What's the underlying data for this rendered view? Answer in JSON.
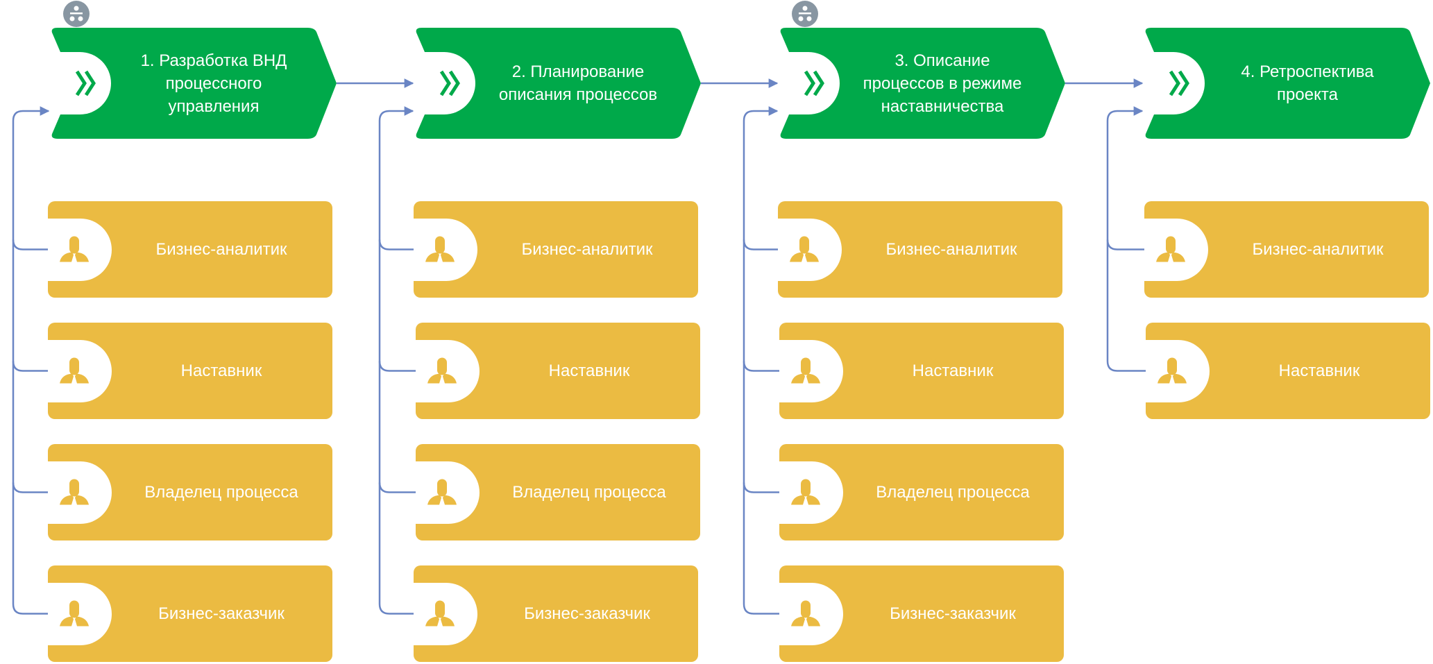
{
  "diagram": {
    "colors": {
      "stage_fill": "#00A94A",
      "role_fill": "#EBBB42",
      "connector": "#6A85C4",
      "marker_fill": "#8896A2",
      "text": "#FFFFFF",
      "cutout": "#FFFFFF"
    },
    "stages": [
      {
        "label": "1. Разработка ВНД\nпроцессного\nуправления",
        "icon": "double-chevron-icon",
        "has_split_marker": true,
        "roles": [
          {
            "label": "Бизнес-аналитик",
            "icon": "person-icon"
          },
          {
            "label": "Наставник",
            "icon": "person-icon"
          },
          {
            "label": "Владелец процесса",
            "icon": "person-icon"
          },
          {
            "label": "Бизнес-заказчик",
            "icon": "person-icon"
          }
        ]
      },
      {
        "label": "2. Планирование\nописания процессов",
        "icon": "double-chevron-icon",
        "has_split_marker": false,
        "roles": [
          {
            "label": "Бизнес-аналитик",
            "icon": "person-icon"
          },
          {
            "label": "Наставник",
            "icon": "person-icon"
          },
          {
            "label": "Владелец процесса",
            "icon": "person-icon"
          },
          {
            "label": "Бизнес-заказчик",
            "icon": "person-icon"
          }
        ]
      },
      {
        "label": "3. Описание\nпроцессов в режиме\nнаставничества",
        "icon": "double-chevron-icon",
        "has_split_marker": true,
        "roles": [
          {
            "label": "Бизнес-аналитик",
            "icon": "person-icon"
          },
          {
            "label": "Наставник",
            "icon": "person-icon"
          },
          {
            "label": "Владелец процесса",
            "icon": "person-icon"
          },
          {
            "label": "Бизнес-заказчик",
            "icon": "person-icon"
          }
        ]
      },
      {
        "label": "4. Ретроспектива\nпроекта",
        "icon": "double-chevron-icon",
        "has_split_marker": false,
        "roles": [
          {
            "label": "Бизнес-аналитик",
            "icon": "person-icon"
          },
          {
            "label": "Наставник",
            "icon": "person-icon"
          }
        ]
      }
    ],
    "flow": [
      {
        "from": 0,
        "to": 1
      },
      {
        "from": 1,
        "to": 2
      },
      {
        "from": 2,
        "to": 3
      }
    ]
  }
}
